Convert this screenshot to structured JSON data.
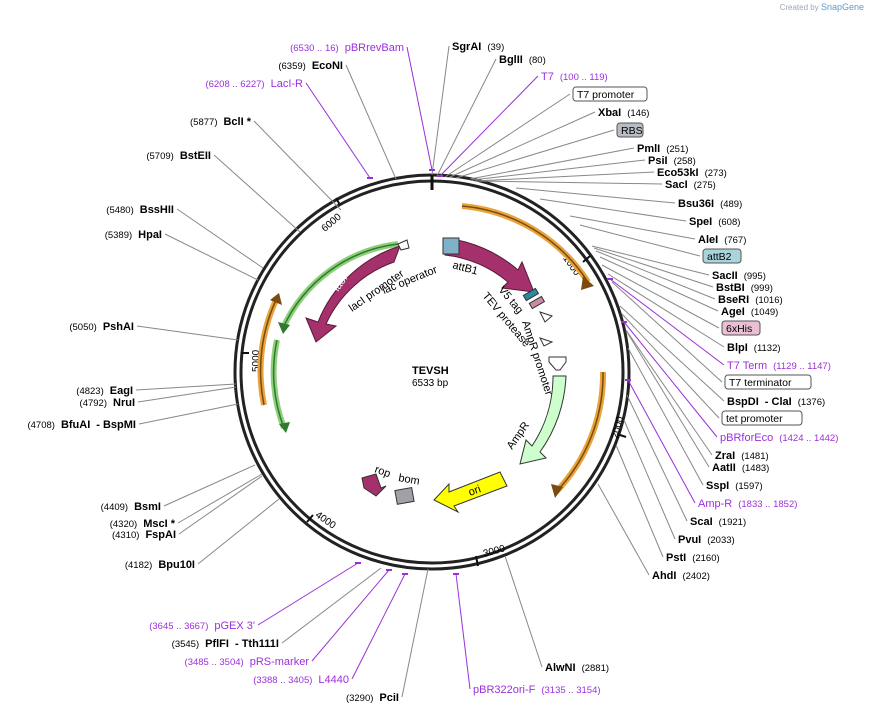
{
  "credit": {
    "prefix": "Created by",
    "brand": "SnapGene"
  },
  "plasmid": {
    "name": "TEVSH",
    "size": "6533 bp"
  },
  "ticks": [
    "1000",
    "2000",
    "3000",
    "4000",
    "5000",
    "6000"
  ],
  "colors": {
    "feature_purple": "#a4306c",
    "ori_yellow": "#ffff00",
    "ampr_green": "#ccffcc",
    "primer_purple": "#9b30d9",
    "orange_arrow": "#e8a33a",
    "green_arrow": "#3aa35a"
  },
  "labels": [
    {
      "id": "sgrai",
      "pos": "(39)",
      "name": "SgrAI",
      "kind": "enzyme"
    },
    {
      "id": "bglii",
      "pos": "(80)",
      "name": "BglII",
      "kind": "enzyme"
    },
    {
      "id": "t7",
      "pos": "(100 .. 119)",
      "name": "T7",
      "kind": "primer"
    },
    {
      "id": "t7promoter",
      "pos": "",
      "name": "T7 promoter",
      "kind": "boxwhite"
    },
    {
      "id": "xbai",
      "pos": "(146)",
      "name": "XbaI",
      "kind": "enzyme"
    },
    {
      "id": "rbs",
      "pos": "",
      "name": "RBS",
      "kind": "boxgrey"
    },
    {
      "id": "pmli",
      "pos": "(251)",
      "name": "PmlI",
      "kind": "enzyme"
    },
    {
      "id": "psii",
      "pos": "(258)",
      "name": "PsiI",
      "kind": "enzyme"
    },
    {
      "id": "eco53ki",
      "pos": "(273)",
      "name": "Eco53kI",
      "kind": "enzyme"
    },
    {
      "id": "saci",
      "pos": "(275)",
      "name": "SacI",
      "kind": "enzyme"
    },
    {
      "id": "bsu36i",
      "pos": "(489)",
      "name": "Bsu36I",
      "kind": "enzyme"
    },
    {
      "id": "spei",
      "pos": "(608)",
      "name": "SpeI",
      "kind": "enzyme"
    },
    {
      "id": "alei",
      "pos": "(767)",
      "name": "AleI",
      "kind": "enzyme"
    },
    {
      "id": "attb2",
      "pos": "",
      "name": "attB2",
      "kind": "boxteal"
    },
    {
      "id": "sacii",
      "pos": "(995)",
      "name": "SacII",
      "kind": "enzyme"
    },
    {
      "id": "bstbi",
      "pos": "(999)",
      "name": "BstBI",
      "kind": "enzyme"
    },
    {
      "id": "bseri",
      "pos": "(1016)",
      "name": "BseRI",
      "kind": "enzyme"
    },
    {
      "id": "agei",
      "pos": "(1049)",
      "name": "AgeI",
      "kind": "enzyme"
    },
    {
      "id": "his6",
      "pos": "",
      "name": "6xHis",
      "kind": "boxpink"
    },
    {
      "id": "blpi",
      "pos": "(1132)",
      "name": "BlpI",
      "kind": "enzyme"
    },
    {
      "id": "t7term",
      "pos": "(1129 .. 1147)",
      "name": "T7 Term",
      "kind": "primer"
    },
    {
      "id": "t7terminator",
      "pos": "",
      "name": "T7 terminator",
      "kind": "boxwhite"
    },
    {
      "id": "bspdi",
      "pos": "(1376)",
      "name": "BspDI",
      "name2": "ClaI",
      "kind": "enzyme2"
    },
    {
      "id": "tetpromoter",
      "pos": "",
      "name": "tet promoter",
      "kind": "boxwhite"
    },
    {
      "id": "pbrforeco",
      "pos": "(1424 .. 1442)",
      "name": "pBRforEco",
      "kind": "primer"
    },
    {
      "id": "zrai",
      "pos": "(1481)",
      "name": "ZraI",
      "kind": "enzyme"
    },
    {
      "id": "aatii",
      "pos": "(1483)",
      "name": "AatII",
      "kind": "enzyme"
    },
    {
      "id": "sspi",
      "pos": "(1597)",
      "name": "SspI",
      "kind": "enzyme"
    },
    {
      "id": "ampr_primer",
      "pos": "(1833 .. 1852)",
      "name": "Amp-R",
      "kind": "primer"
    },
    {
      "id": "scai",
      "pos": "(1921)",
      "name": "ScaI",
      "kind": "enzyme"
    },
    {
      "id": "pvui",
      "pos": "(2033)",
      "name": "PvuI",
      "kind": "enzyme"
    },
    {
      "id": "psti",
      "pos": "(2160)",
      "name": "PstI",
      "kind": "enzyme"
    },
    {
      "id": "ahdi",
      "pos": "(2402)",
      "name": "AhdI",
      "kind": "enzyme"
    },
    {
      "id": "alwni",
      "pos": "(2881)",
      "name": "AlwNI",
      "kind": "enzyme"
    },
    {
      "id": "pbr322ori",
      "pos": "(3135 .. 3154)",
      "name": "pBR322ori-F",
      "kind": "primer"
    },
    {
      "id": "pcii",
      "pos": "(3290)",
      "name": "PciI",
      "kind": "enzyme"
    },
    {
      "id": "l4440",
      "pos": "(3388 .. 3405)",
      "name": "L4440",
      "kind": "primer"
    },
    {
      "id": "prsmarker",
      "pos": "(3485 .. 3504)",
      "name": "pRS-marker",
      "kind": "primer"
    },
    {
      "id": "pflfi",
      "pos": "(3545)",
      "name": "PflFI",
      "name2": "Tth111I",
      "kind": "enzyme2"
    },
    {
      "id": "pgex3",
      "pos": "(3645 .. 3667)",
      "name": "pGEX 3'",
      "kind": "primer"
    },
    {
      "id": "bpu10i",
      "pos": "(4182)",
      "name": "Bpu10I",
      "kind": "enzyme"
    },
    {
      "id": "fspai",
      "pos": "(4310)",
      "name": "FspAI",
      "kind": "enzyme"
    },
    {
      "id": "msci",
      "pos": "(4320)",
      "name": "MscI *",
      "kind": "enzyme"
    },
    {
      "id": "bsmi",
      "pos": "(4409)",
      "name": "BsmI",
      "kind": "enzyme"
    },
    {
      "id": "bfuai",
      "pos": "(4708)",
      "name": "BfuAI",
      "name2": "BspMI",
      "kind": "enzyme2"
    },
    {
      "id": "nrui",
      "pos": "(4792)",
      "name": "NruI",
      "kind": "enzyme"
    },
    {
      "id": "eagi",
      "pos": "(4823)",
      "name": "EagI",
      "kind": "enzyme"
    },
    {
      "id": "pshai",
      "pos": "(5050)",
      "name": "PshAI",
      "kind": "enzyme"
    },
    {
      "id": "hpai",
      "pos": "(5389)",
      "name": "HpaI",
      "kind": "enzyme"
    },
    {
      "id": "bsshii",
      "pos": "(5480)",
      "name": "BssHII",
      "kind": "enzyme"
    },
    {
      "id": "bsteii",
      "pos": "(5709)",
      "name": "BstEII",
      "kind": "enzyme"
    },
    {
      "id": "bcli",
      "pos": "(5877)",
      "name": "BclI *",
      "kind": "enzyme"
    },
    {
      "id": "laci_r",
      "pos": "(6208 .. 6227)",
      "name": "LacI-R",
      "kind": "primer"
    },
    {
      "id": "econi",
      "pos": "(6359)",
      "name": "EcoNI",
      "kind": "enzyme"
    },
    {
      "id": "pbrrevbam",
      "pos": "(6530 .. 16)",
      "name": "pBRrevBam",
      "kind": "primer"
    }
  ],
  "features": {
    "attb1": "attB1",
    "v5tag": "V5 tag",
    "tevprotease": "TEV protease",
    "amprpromoter": "AmpR promoter",
    "ampr": "AmpR",
    "ori": "ori",
    "bom": "bom",
    "rop": "rop",
    "laci": "lacI",
    "lacipromoter": "lacI promoter",
    "lacoperator": "lac operator"
  }
}
